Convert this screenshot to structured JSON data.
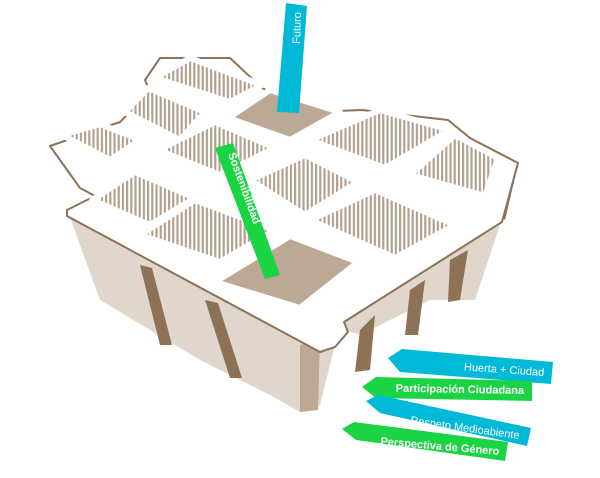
{
  "stakes": {
    "futuro": "Futuro",
    "sostenibilidad": "Sostenibilidad"
  },
  "tags": [
    {
      "label": "Huerta + Ciudad",
      "color": "#00b9d6"
    },
    {
      "label": "Participación Ciudadana",
      "color": "#1bd443"
    },
    {
      "label": "Respeto Medioabiente",
      "color": "#00b9d6"
    },
    {
      "label": "Perspectiva de Género",
      "color": "#1bd443"
    }
  ],
  "colors": {
    "blue": "#00b9d6",
    "green": "#1bd443",
    "tray_top": "#ffffff",
    "tray_body": "#e0d6cc",
    "tray_shadow": "#8e7256",
    "soil": "#bba996",
    "hatch": "#b3a18f"
  }
}
